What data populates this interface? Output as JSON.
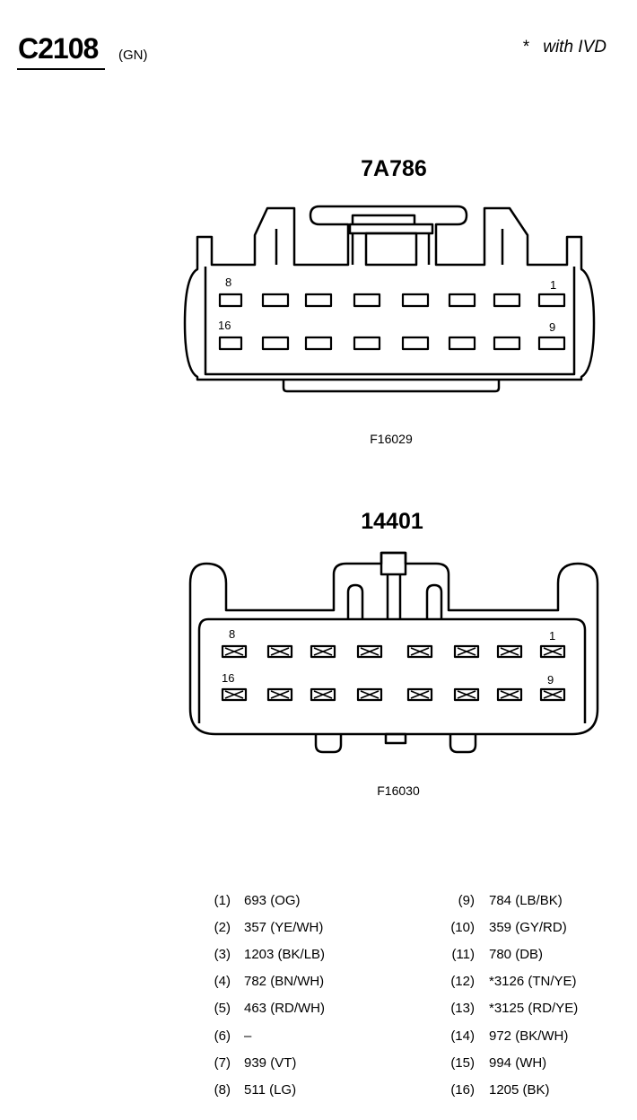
{
  "connector": {
    "id": "C2108",
    "color": "(GN)"
  },
  "note": "*   with IVD",
  "part1": {
    "title": "7A786",
    "figure": "F16029",
    "labels": {
      "top_left": "8",
      "top_right": "1",
      "bottom_left": "16",
      "bottom_right": "9"
    }
  },
  "part2": {
    "title": "14401",
    "figure": "F16030",
    "labels": {
      "top_left": "8",
      "top_right": "1",
      "bottom_left": "16",
      "bottom_right": "9"
    }
  },
  "pins_left": [
    {
      "num": "(1)",
      "desc": "693 (OG)"
    },
    {
      "num": "(2)",
      "desc": "357 (YE/WH)"
    },
    {
      "num": "(3)",
      "desc": "1203 (BK/LB)"
    },
    {
      "num": "(4)",
      "desc": "782 (BN/WH)"
    },
    {
      "num": "(5)",
      "desc": "463 (RD/WH)"
    },
    {
      "num": "(6)",
      "desc": "–"
    },
    {
      "num": "(7)",
      "desc": "939 (VT)"
    },
    {
      "num": "(8)",
      "desc": "511 (LG)"
    }
  ],
  "pins_right": [
    {
      "num": "(9)",
      "desc": "784 (LB/BK)"
    },
    {
      "num": "(10)",
      "desc": "359 (GY/RD)"
    },
    {
      "num": "(11)",
      "desc": "780 (DB)"
    },
    {
      "num": "(12)",
      "desc": "*3126 (TN/YE)"
    },
    {
      "num": "(13)",
      "desc": "*3125 (RD/YE)"
    },
    {
      "num": "(14)",
      "desc": "972 (BK/WH)"
    },
    {
      "num": "(15)",
      "desc": "994 (WH)"
    },
    {
      "num": "(16)",
      "desc": "1205 (BK)"
    }
  ]
}
